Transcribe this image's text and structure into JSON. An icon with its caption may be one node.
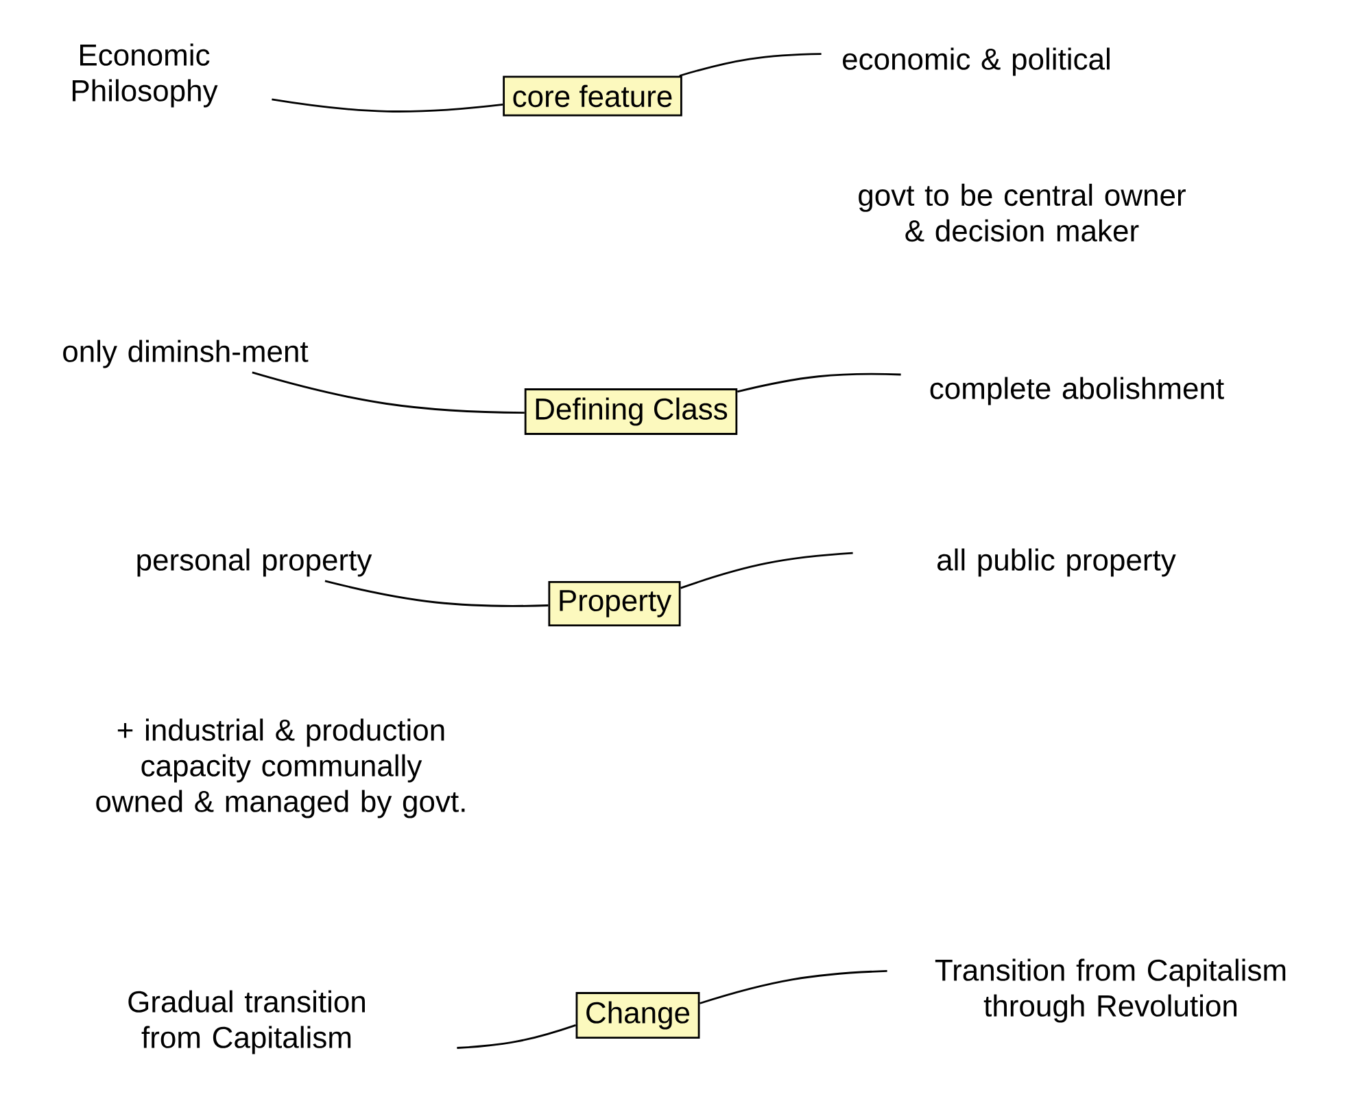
{
  "diagram": {
    "nodes": [
      {
        "text": [
          "core feature"
        ]
      },
      {
        "text": [
          "Economic Philosophy"
        ]
      },
      {
        "text": [
          "economic & political"
        ]
      },
      {
        "text": [
          "Defining Class"
        ]
      },
      {
        "text": [
          "only diminsh-ment"
        ]
      },
      {
        "text": [
          "complete abolishment"
        ]
      },
      {
        "text": [
          "Property"
        ]
      },
      {
        "text": [
          "personal property"
        ]
      },
      {
        "text": [
          "all public property"
        ]
      },
      {
        "text": [
          "Change"
        ]
      },
      {
        "text": [
          "Gradual transition from Capitalism"
        ]
      },
      {
        "text": [
          "Transition from Capitalism through Revolution"
        ]
      }
    ],
    "edges": [
      {
        "from": 0,
        "to": 1,
        "arrow": "none"
      },
      {
        "from": 0,
        "to": 2,
        "arrow": "none"
      },
      {
        "from": 3,
        "to": 4,
        "arrow": "none"
      },
      {
        "from": 3,
        "to": 5,
        "arrow": "none"
      },
      {
        "from": 6,
        "to": 7,
        "arrow": "none"
      },
      {
        "from": 6,
        "to": 8,
        "arrow": "none"
      },
      {
        "from": 9,
        "to": 10,
        "arrow": "none"
      },
      {
        "from": 9,
        "to": 11,
        "arrow": "none"
      }
    ],
    "labels": [
      "govt to be central owner & decision maker",
      "+ industrial & production capacity communally owned & managed by govt."
    ]
  }
}
